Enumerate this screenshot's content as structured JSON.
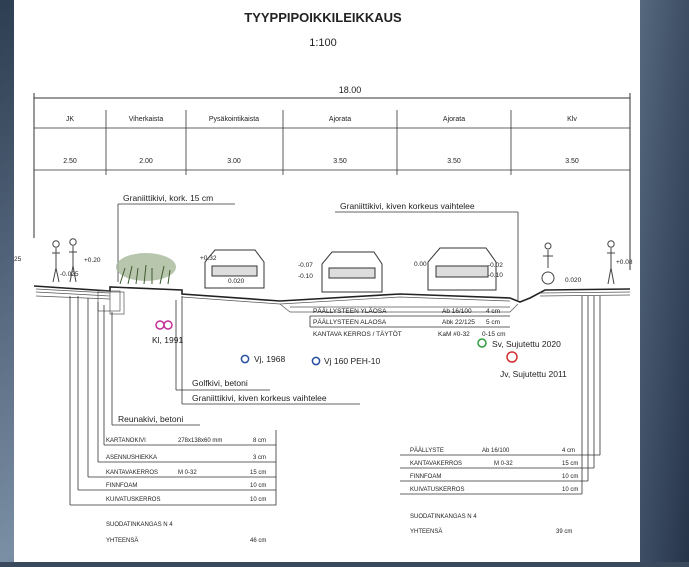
{
  "title": "TYYPPIPOIKKILEIKKAUS",
  "scale": "1:100",
  "total_width": "18.00",
  "lanes": [
    {
      "name": "JK",
      "width": "2.50"
    },
    {
      "name": "Viherkaista",
      "width": "2.00"
    },
    {
      "name": "Pysäkointikaista",
      "width": "3.00"
    },
    {
      "name": "Ajorata",
      "width": "3.50"
    },
    {
      "name": "Ajorata",
      "width": "3.50"
    },
    {
      "name": "Klv",
      "width": "3.50"
    }
  ],
  "notes": {
    "granite_left": "Graniittikivi, kork. 15 cm",
    "granite_right": "Graniittikivi, kiven korkeus vaihtelee",
    "kl": "Kl, 1991",
    "vj1968": "Vj, 1968",
    "vj160": "Vj 160 PEH-10",
    "sv": "Sv, Sujutettu 2020",
    "jv": "Jv, Sujutettu 2011",
    "golfkivi": "Golfkivi, betoni",
    "granite_lower": "Graniittikivi, kiven korkeus vaihtelee",
    "reunakivi": "Reunakivi, betoni"
  },
  "levels": {
    "left_edge": "25",
    "jk_slope": "-0.025",
    "jk_top": "+0.20",
    "park_left": "+0.32",
    "park_right": "0.020",
    "road_l1": "-0.07",
    "road_l2": "-0.10",
    "road_c": "0.00",
    "road_r1": "-0.02",
    "road_r2": "-0.10",
    "klv_slope": "0.020",
    "right_edge": "+0.08"
  },
  "road_layers": [
    {
      "name": "PÄÄLLYSTEEN YLÄOSA",
      "spec": "Ab 16/100",
      "thickness": "4 cm"
    },
    {
      "name": "PÄÄLLYSTEEN ALAOSA",
      "spec": "Abk 22/125",
      "thickness": "5 cm"
    },
    {
      "name": "KANTAVA KERROS / TÄYTÖT",
      "spec": "KaM #0-32",
      "thickness": "0-15 cm"
    }
  ],
  "left_layers": [
    {
      "name": "KARTANOKIVI",
      "spec": "278x138x60 mm",
      "thickness": "8 cm"
    },
    {
      "name": "ASENNUSHIEKKA",
      "spec": "",
      "thickness": "3 cm"
    },
    {
      "name": "KANTAVAKERROS",
      "spec": "M 0-32",
      "thickness": "15 cm"
    },
    {
      "name": "FINNFOAM",
      "spec": "",
      "thickness": "10 cm"
    },
    {
      "name": "KUIVATUSKERROS",
      "spec": "",
      "thickness": "10 cm"
    }
  ],
  "left_footer": {
    "fabric": "SUODATINKANGAS N 4",
    "total_label": "YHTEENSÄ",
    "total": "46 cm"
  },
  "right_layers": [
    {
      "name": "PÄÄLLYSTE",
      "spec": "Ab 16/100",
      "thickness": "4 cm"
    },
    {
      "name": "KANTAVAKERROS",
      "spec": "M 0-32",
      "thickness": "15 cm"
    },
    {
      "name": "FINNFOAM",
      "spec": "",
      "thickness": "10 cm"
    },
    {
      "name": "KUIVATUSKERROS",
      "spec": "",
      "thickness": "10 cm"
    }
  ],
  "right_footer": {
    "fabric": "SUODATINKANGAS N 4",
    "total_label": "YHTEENSÄ",
    "total": "39 cm"
  },
  "colors": {
    "kl_marker": "#c2309a",
    "vj_marker": "#2850a0",
    "sv_marker": "#2e9e3e",
    "jv_marker": "#d03030"
  }
}
